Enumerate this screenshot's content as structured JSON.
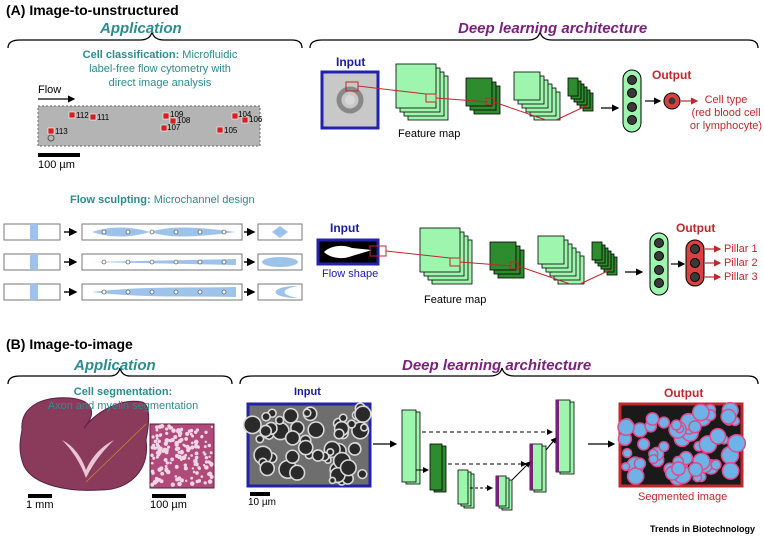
{
  "section_a": {
    "title": "(A)  Image-to-unstructured",
    "left_header": "Application",
    "right_header": "Deep learning architecture",
    "cell_class": {
      "title_bold": "Cell classification:",
      "title_rest": " Microfluidic",
      "line2": "label-free flow cytometry with",
      "line3": "direct image analysis",
      "flow_label": "Flow",
      "scale_label": "100 µm",
      "cell_ids": [
        "113",
        "112",
        "111",
        "109",
        "108",
        "107",
        "105",
        "104",
        "106"
      ]
    },
    "flow_sculpting": {
      "title_bold": "Flow sculpting:",
      "title_rest": " Microchannel design"
    },
    "net1": {
      "input": "Input",
      "feature_map": "Feature map",
      "output": "Output",
      "result_line1": "Cell type",
      "result_line2": "(red blood cell",
      "result_line3": "or lymphocyte)"
    },
    "net2": {
      "input": "Input",
      "input_caption": "Flow shape",
      "feature_map": "Feature map",
      "output": "Output",
      "pillars": [
        "Pillar 1",
        "Pillar 2",
        "Pillar 3"
      ]
    }
  },
  "section_b": {
    "title": "(B)  Image-to-image",
    "left_header": "Application",
    "right_header": "Deep learning architecture",
    "seg_title": "Cell segmentation:",
    "seg_sub": "Axon and myelin segmentation",
    "scale1": "1 mm",
    "scale2": "100 µm",
    "input": "Input",
    "input_scale": "10 µm",
    "output": "Output",
    "output_caption": "Segmented image"
  },
  "footer": "Trends in Biotechnology",
  "colors": {
    "teal": "#2d8c8c",
    "purple": "#7a1f7a",
    "blue": "#1a1aa8",
    "red": "#c0282d",
    "light_green": "#9ef5ad",
    "dark_green": "#2e8b2e"
  }
}
